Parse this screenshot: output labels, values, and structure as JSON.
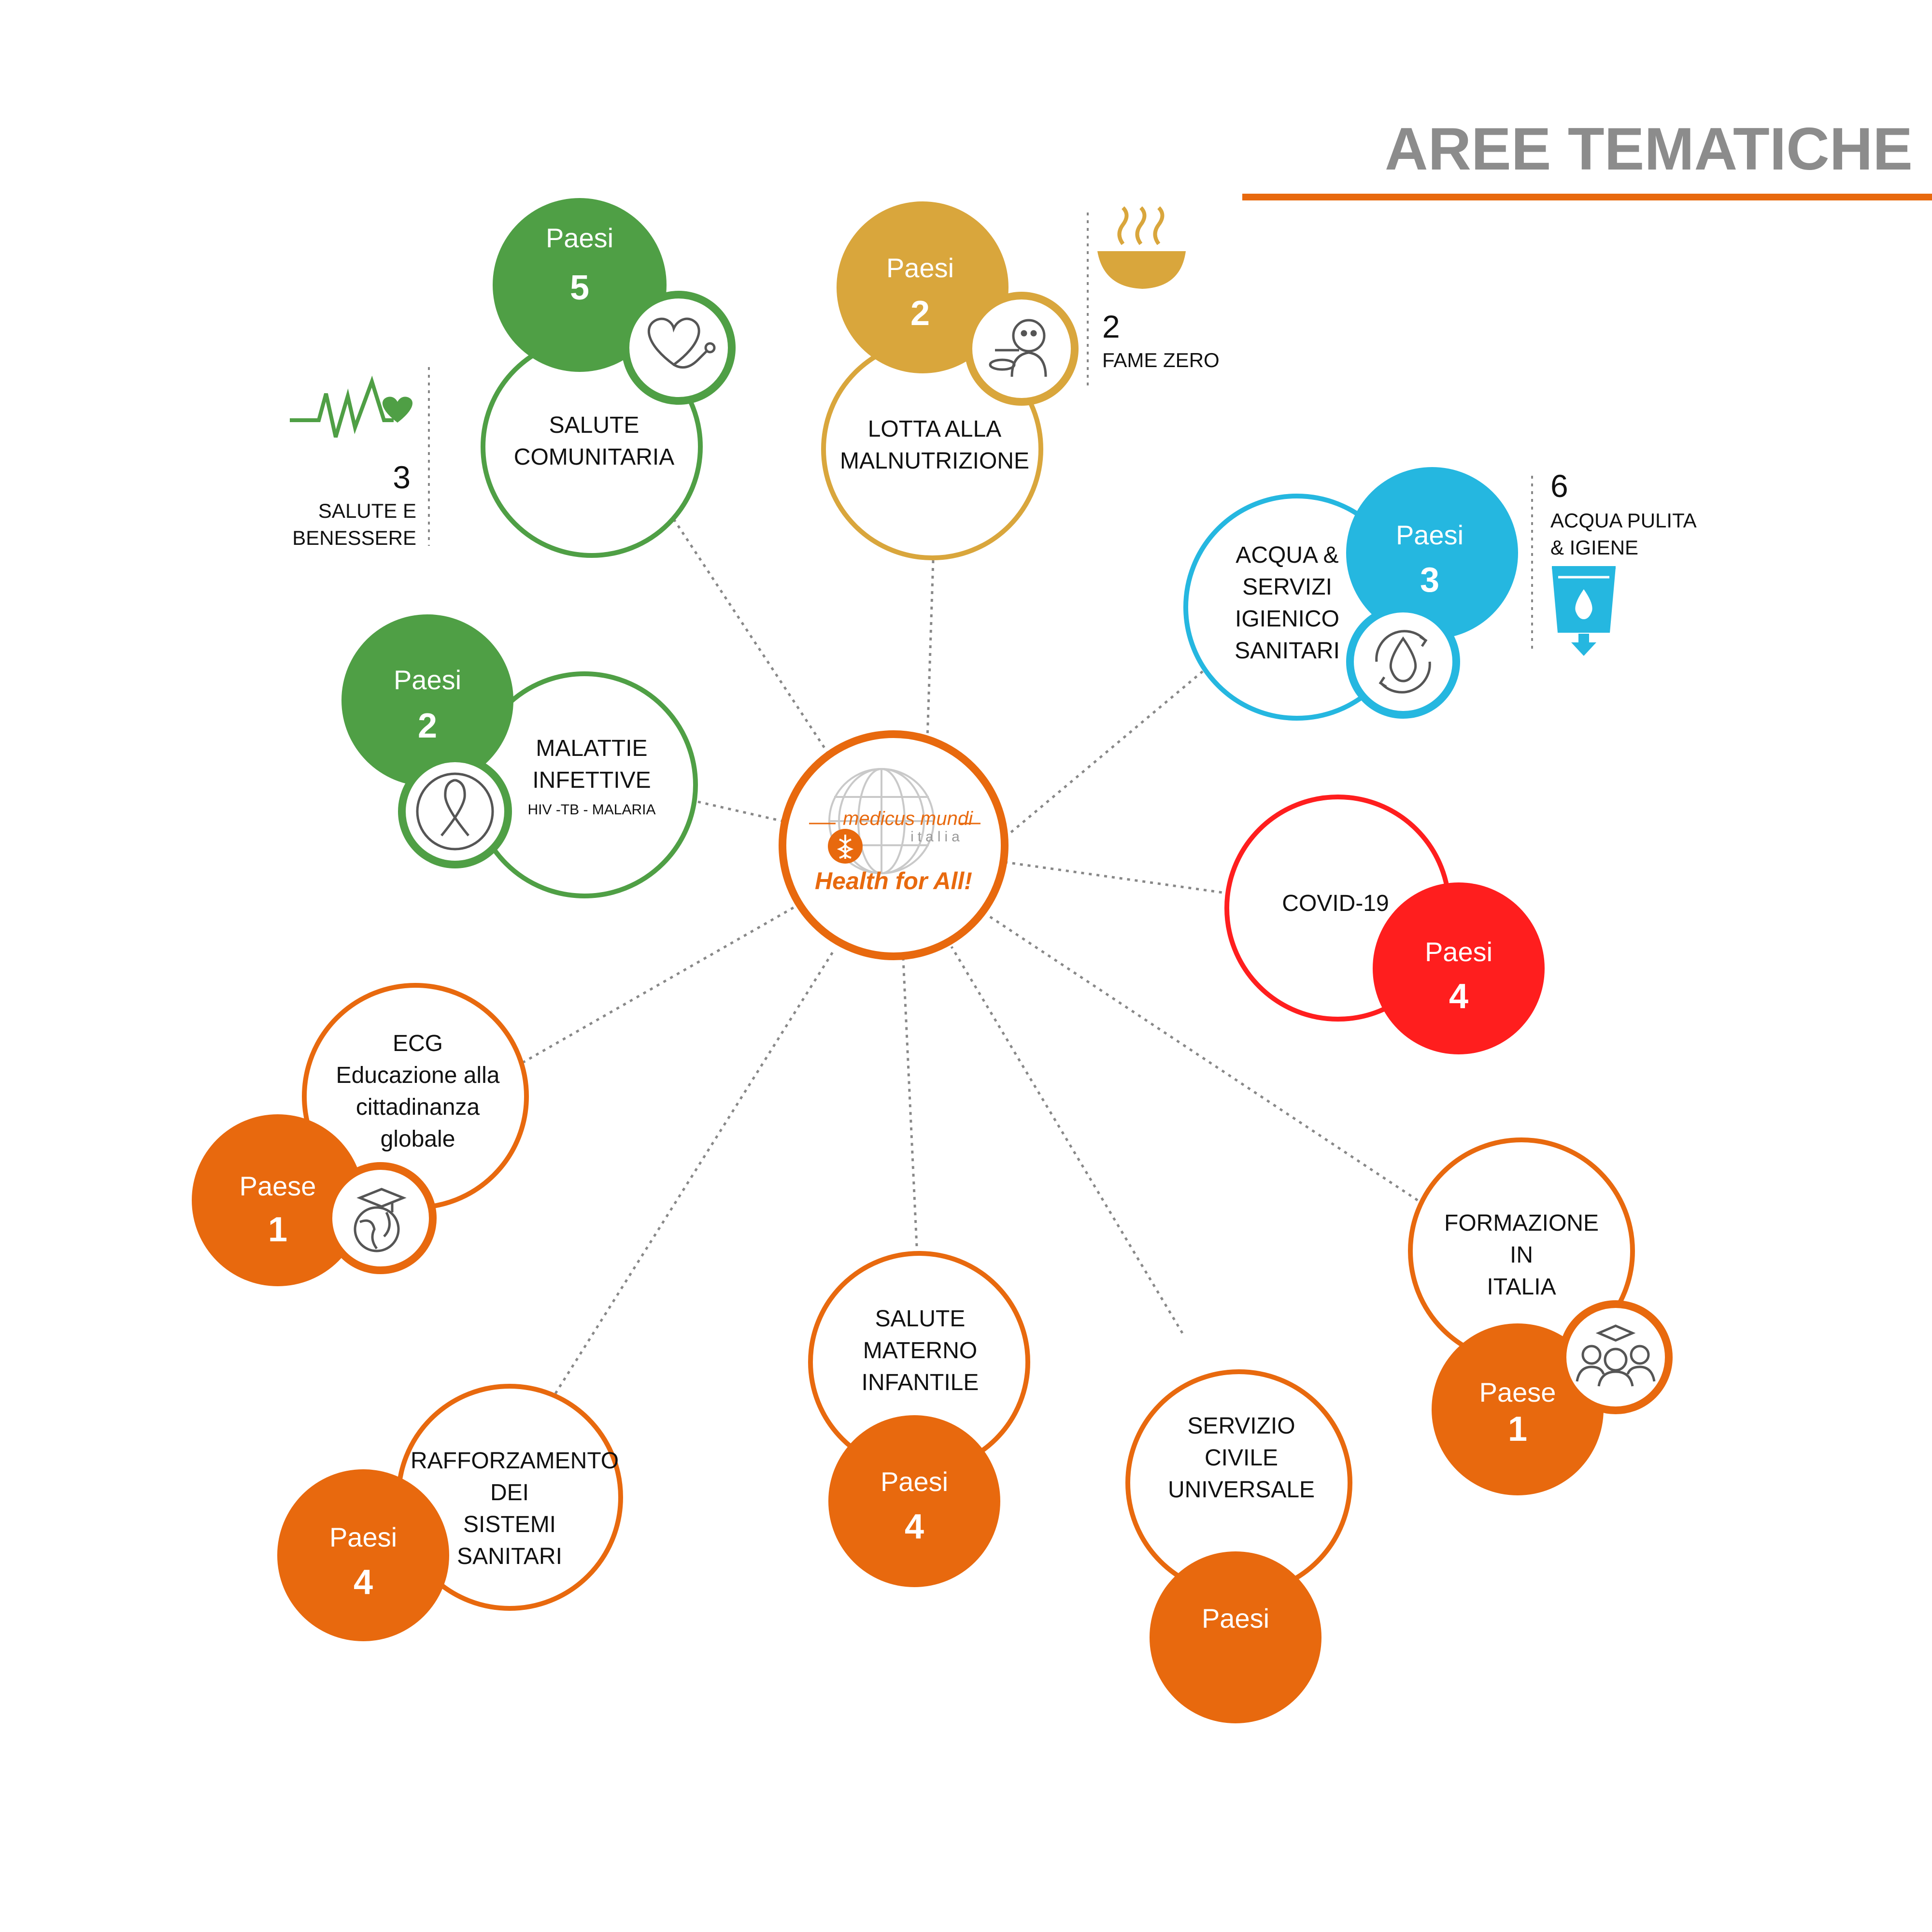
{
  "title": "AREE TEMATICHE",
  "colors": {
    "orange": "#e8690e",
    "green": "#4f9f45",
    "gold": "#d9a63c",
    "blue": "#25b7e0",
    "red": "#ff1e1e",
    "title_grey": "#8c8c8c",
    "icon_grey": "#555555"
  },
  "center": {
    "logo_text": "medicus mundi",
    "logo_sub": "italia",
    "tagline": "Health for All!"
  },
  "topics": {
    "salute_comunitaria": {
      "lines": [
        "SALUTE",
        "COMUNITARIA"
      ],
      "paesi_label": "Paesi",
      "paesi_count": "5",
      "icon": "heart-stethoscope-icon"
    },
    "malnutrizione": {
      "lines": [
        "LOTTA ALLA",
        "MALNUTRIZIONE"
      ],
      "paesi_label": "Paesi",
      "paesi_count": "2",
      "icon": "child-feeding-icon"
    },
    "acqua": {
      "lines": [
        "ACQUA &",
        "SERVIZI",
        "IGIENICO",
        "SANITARI"
      ],
      "paesi_label": "Paesi",
      "paesi_count": "3",
      "icon": "water-drop-cycle-icon"
    },
    "malattie": {
      "lines": [
        "MALATTIE",
        "INFETTIVE"
      ],
      "sub": "HIV -TB - MALARIA",
      "paesi_label": "Paesi",
      "paesi_count": "2",
      "icon": "awareness-ribbon-icon"
    },
    "covid": {
      "lines": [
        "COVID-19"
      ],
      "paesi_label": "Paesi",
      "paesi_count": "4"
    },
    "ecg": {
      "lines": [
        "ECG",
        "Educazione alla",
        "cittadinanza",
        "globale"
      ],
      "paesi_label": "Paese",
      "paesi_count": "1",
      "icon": "globe-graduation-icon"
    },
    "formazione": {
      "lines": [
        "FORMAZIONE",
        "IN",
        "ITALIA"
      ],
      "paesi_label": "Paese",
      "paesi_count": "1",
      "icon": "students-group-icon"
    },
    "materno": {
      "lines": [
        "SALUTE",
        "MATERNO",
        "INFANTILE"
      ],
      "paesi_label": "Paesi",
      "paesi_count": "4"
    },
    "servizio_civile": {
      "lines": [
        "SERVIZIO",
        "CIVILE",
        "UNIVERSALE"
      ],
      "paesi_label": "Paesi",
      "paesi_count": ""
    },
    "rafforzamento": {
      "lines": [
        "RAFFORZAMENTO",
        "DEI",
        "SISTEMI",
        "SANITARI"
      ],
      "paesi_label": "Paesi",
      "paesi_count": "4"
    }
  },
  "sdgs": {
    "sdg3": {
      "number": "3",
      "lines": [
        "SALUTE E",
        "BENESSERE"
      ],
      "icon": "heartbeat-icon"
    },
    "sdg2": {
      "number": "2",
      "lines": [
        "FAME ZERO"
      ],
      "icon": "food-bowl-icon"
    },
    "sdg6": {
      "number": "6",
      "lines": [
        "ACQUA PULITA",
        "& IGIENE"
      ],
      "icon": "water-glass-icon"
    }
  }
}
